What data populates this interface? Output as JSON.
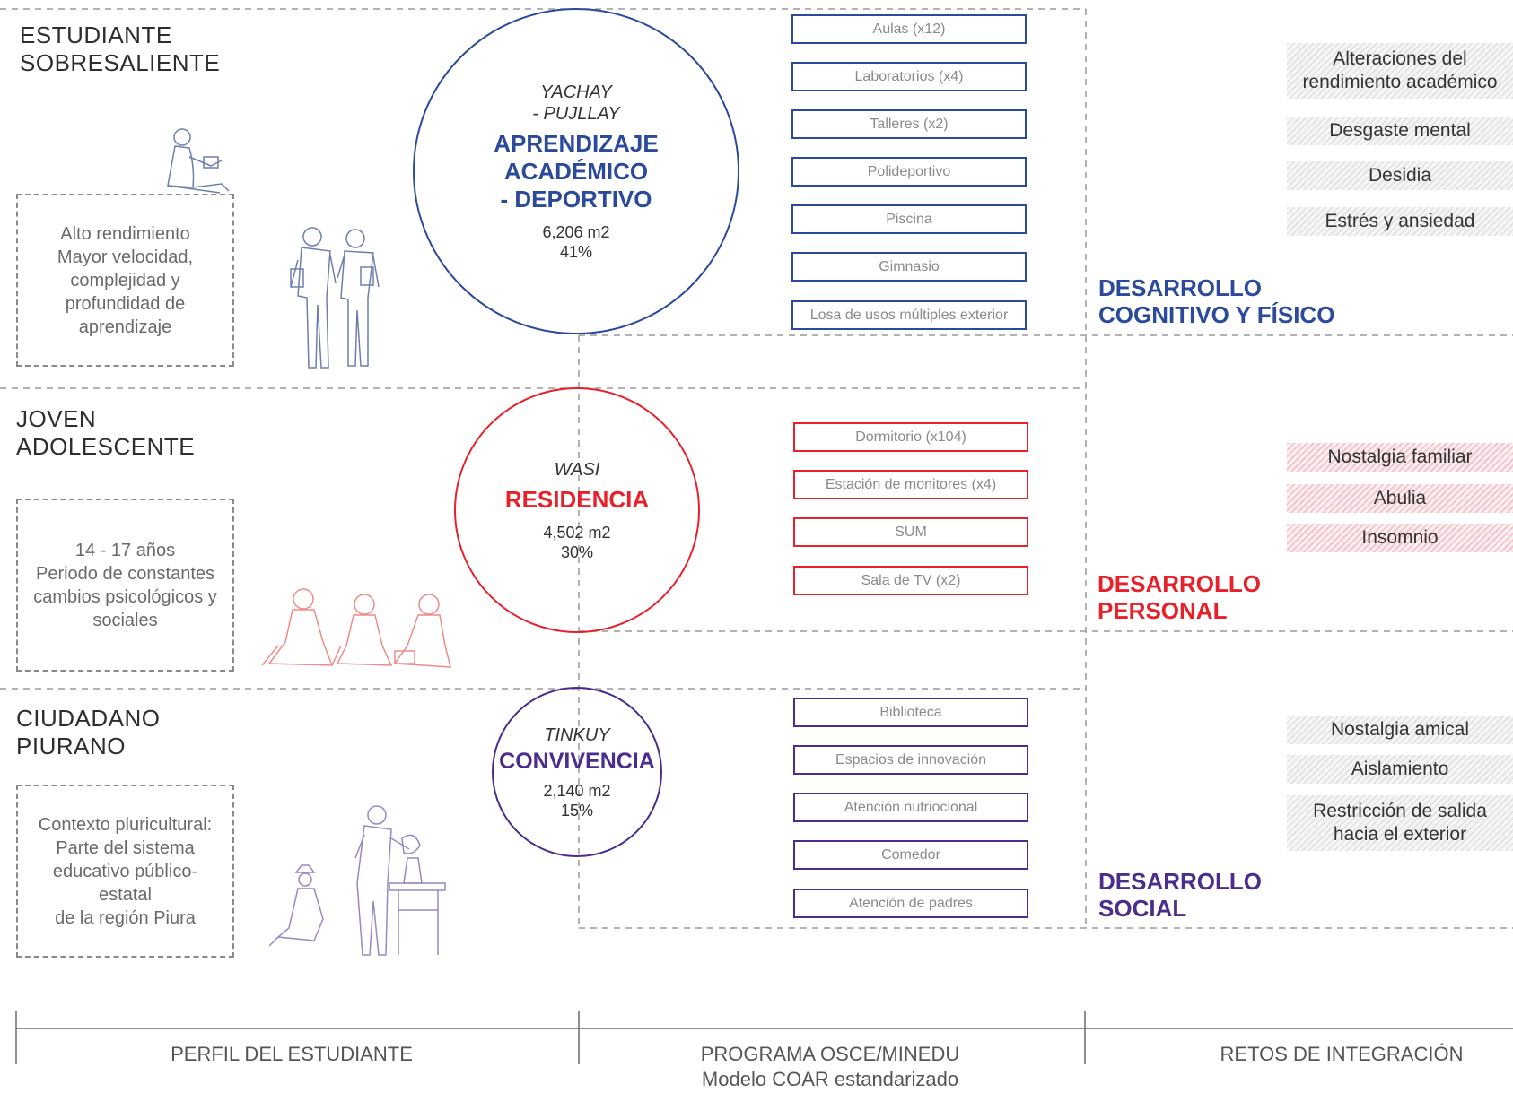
{
  "colors": {
    "academic": "#2b4a9c",
    "residence": "#e8202a",
    "social": "#4a2d8c",
    "guide": "#9a9a9a",
    "hatch_gray": "#dcdcdc",
    "hatch_red": "#f2b8c2"
  },
  "profiles": [
    {
      "title": "ESTUDIANTE\nSOBRESALIENTE",
      "description": "Alto rendimiento\nMayor velocidad,\ncomplejidad y\nprofundidad de\naprendizaje",
      "icon": "students-walking-icon"
    },
    {
      "title": "JOVEN\nADOLESCENTE",
      "description": "14 - 17 años\nPeriodo de constantes\ncambios psicológicos y\nsociales",
      "icon": "teens-sitting-icon"
    },
    {
      "title": "CIUDADANO\nPIURANO",
      "description": "Contexto pluricultural:\nParte del sistema\neducativo público-estatal\nde la región Piura",
      "icon": "artisans-icon"
    }
  ],
  "zones": [
    {
      "native_name": "YACHAY\n- PUJLLAY",
      "name": "APRENDIZAJE\nACADÉMICO\n- DEPORTIVO",
      "area": "6,206 m2",
      "percent": "41%",
      "spaces": [
        "Aulas (x12)",
        "Laboratorios (x4)",
        "Talleres (x2)",
        "Polideportivo",
        "Piscina",
        "Gimnasio",
        "Losa de usos múltiples exterior"
      ]
    },
    {
      "native_name": "WASI",
      "name": "RESIDENCIA",
      "area": "4,502 m2",
      "percent": "30%",
      "spaces": [
        "Dormitorio (x104)",
        "Estación de monitores (x4)",
        "SUM",
        "Sala de TV (x2)"
      ]
    },
    {
      "native_name": "TINKUY",
      "name": "CONVIVENCIA",
      "area": "2,140 m2",
      "percent": "15%",
      "spaces": [
        "Biblioteca",
        "Espacios de innovación",
        "Atención nutriocional",
        "Comedor",
        "Atención de padres"
      ]
    }
  ],
  "challenges": [
    {
      "development": "DESARROLLO\nCOGNITIVO Y FÍSICO",
      "items": [
        "Alteraciones del\nrendimiento académico",
        "Desgaste mental",
        "Desidia",
        "Estrés y ansiedad"
      ]
    },
    {
      "development": "DESARROLLO\nPERSONAL",
      "items": [
        "Nostalgia familiar",
        "Abulia",
        "Insomnio"
      ]
    },
    {
      "development": "DESARROLLO\nSOCIAL",
      "items": [
        "Nostalgia amical",
        "Aislamiento",
        "Restricción de salida\nhacia el exterior"
      ]
    }
  ],
  "columns": {
    "profile": "PERFIL DEL ESTUDIANTE",
    "program": "PROGRAMA OSCE/MINEDU\nModelo COAR estandarizado",
    "challenges": "RETOS DE INTEGRACIÓN"
  }
}
